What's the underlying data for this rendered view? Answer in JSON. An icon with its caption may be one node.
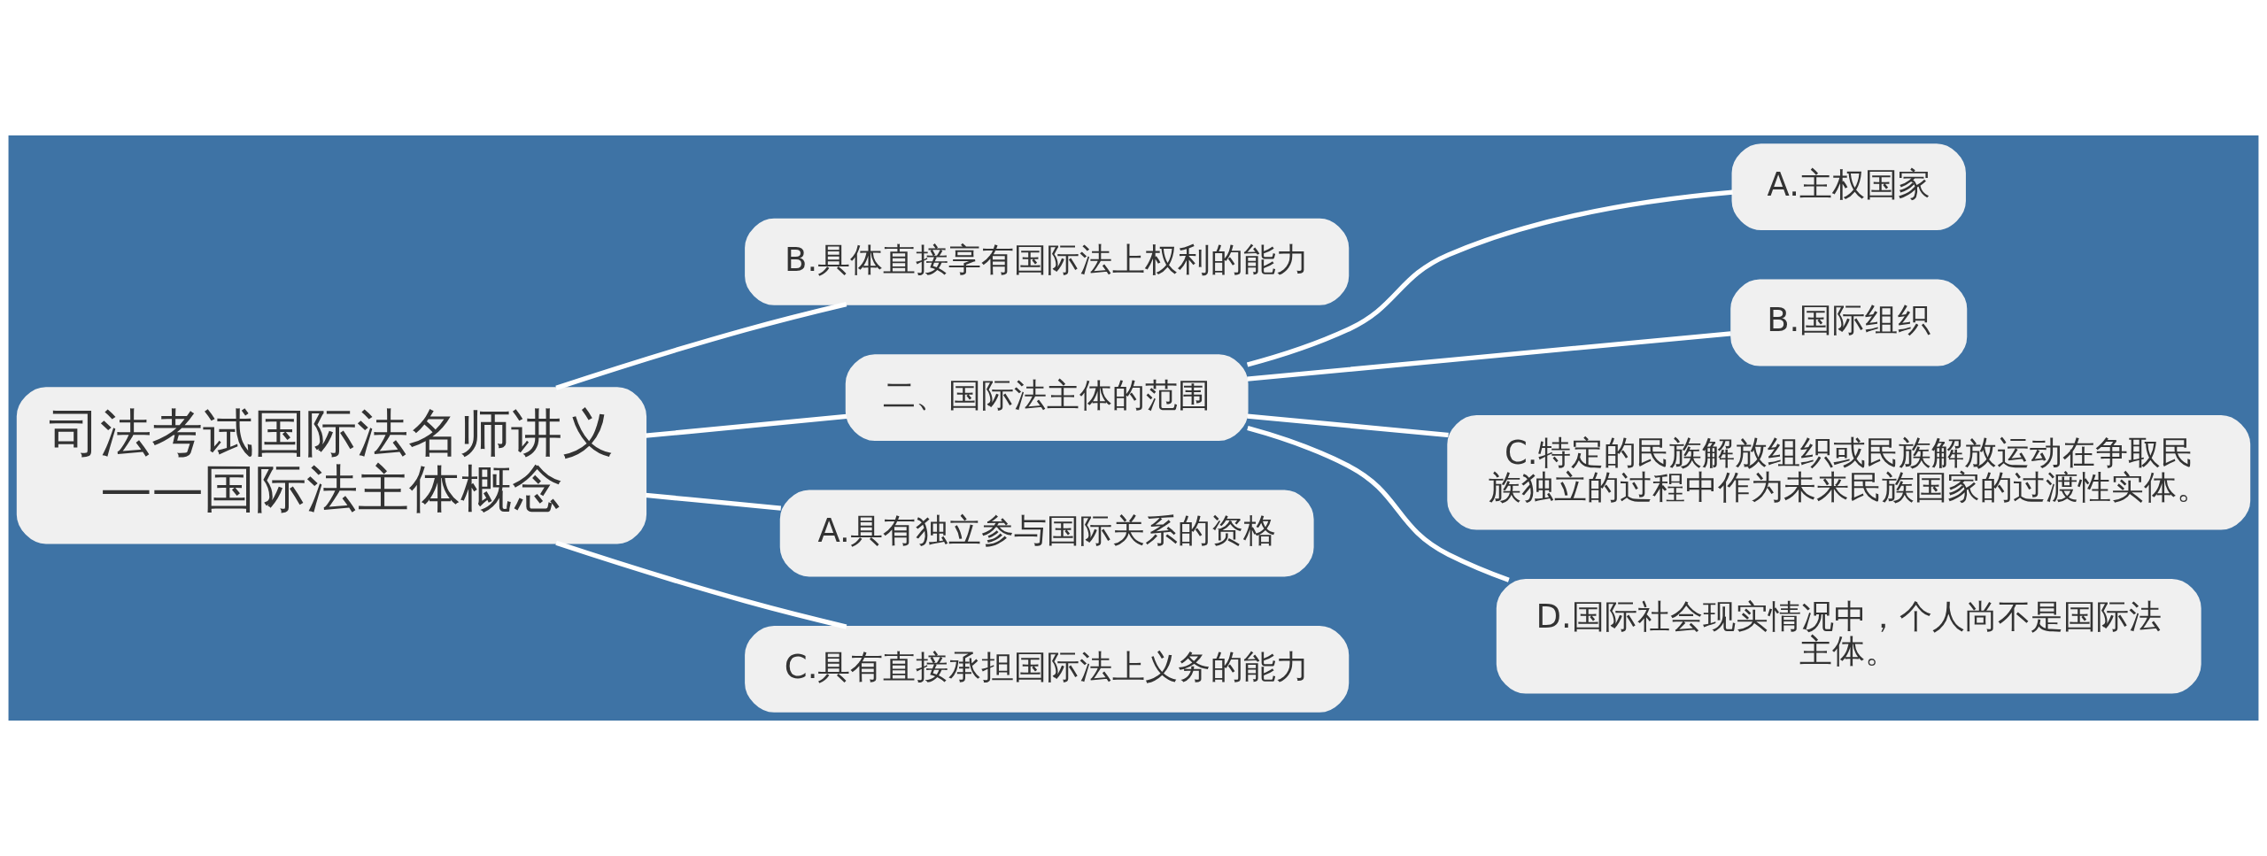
{
  "diagram": {
    "nodes": [
      {
        "text": [
          "司法考试国际法名师讲义——国际法主体概念"
        ]
      },
      {
        "text": [
          "B.具体直接享有国际法上权利的能力"
        ]
      },
      {
        "text": [
          "二、国际法主体的范围"
        ]
      },
      {
        "text": [
          "A.主权国家"
        ]
      },
      {
        "text": [
          "B.国际组织"
        ]
      },
      {
        "text": [
          "C.特定的民族解放组织或民族解放运动在争取民族独立的过程中作为未来民族国家的过渡性实体。"
        ]
      },
      {
        "text": [
          "D.国际社会现实情况中，个人尚不是国际法主体。"
        ]
      },
      {
        "text": [
          "A.具有独立参与国际关系的资格"
        ]
      },
      {
        "text": [
          "C.具有直接承担国际法上义务的能力"
        ]
      }
    ],
    "edges": [
      {
        "from": 0,
        "to": 1,
        "arrow": "none"
      },
      {
        "from": 0,
        "to": 2,
        "arrow": "none"
      },
      {
        "from": 2,
        "to": 3,
        "arrow": "none"
      },
      {
        "from": 2,
        "to": 4,
        "arrow": "none"
      },
      {
        "from": 2,
        "to": 5,
        "arrow": "none"
      },
      {
        "from": 2,
        "to": 6,
        "arrow": "none"
      },
      {
        "from": 0,
        "to": 7,
        "arrow": "none"
      },
      {
        "from": 0,
        "to": 8,
        "arrow": "none"
      }
    ]
  }
}
